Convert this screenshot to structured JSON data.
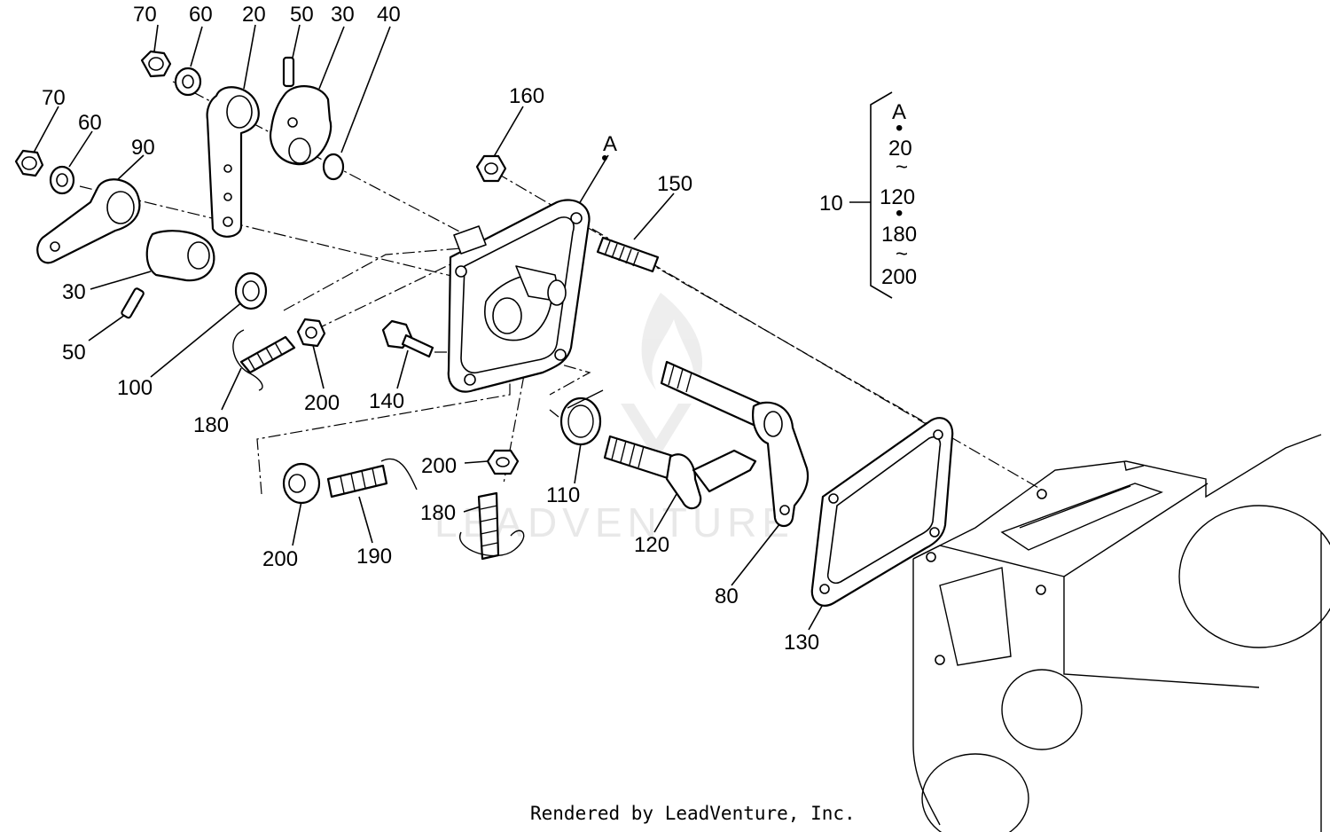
{
  "watermark": "LEADVENTURE",
  "credit": "Rendered by LeadVenture, Inc.",
  "callouts": [
    {
      "id": "c70a",
      "text": "70"
    },
    {
      "id": "c60a",
      "text": "60"
    },
    {
      "id": "c20",
      "text": "20"
    },
    {
      "id": "c50a",
      "text": "50"
    },
    {
      "id": "c30a",
      "text": "30"
    },
    {
      "id": "c40",
      "text": "40"
    },
    {
      "id": "c70b",
      "text": "70"
    },
    {
      "id": "c60b",
      "text": "60"
    },
    {
      "id": "c90",
      "text": "90"
    },
    {
      "id": "c30b",
      "text": "30"
    },
    {
      "id": "c50b",
      "text": "50"
    },
    {
      "id": "c100",
      "text": "100"
    },
    {
      "id": "c180a",
      "text": "180"
    },
    {
      "id": "c200a",
      "text": "200"
    },
    {
      "id": "c140",
      "text": "140"
    },
    {
      "id": "c160",
      "text": "160"
    },
    {
      "id": "cA",
      "text": "A"
    },
    {
      "id": "c150",
      "text": "150"
    },
    {
      "id": "c200b",
      "text": "200"
    },
    {
      "id": "c180b",
      "text": "180"
    },
    {
      "id": "c110",
      "text": "110"
    },
    {
      "id": "c120",
      "text": "120"
    },
    {
      "id": "c80",
      "text": "80"
    },
    {
      "id": "c130",
      "text": "130"
    },
    {
      "id": "c200c",
      "text": "200"
    },
    {
      "id": "c190",
      "text": "190"
    }
  ],
  "assembly_key": {
    "ref": "10",
    "lines": [
      "A",
      "20",
      "120",
      "180",
      "200"
    ],
    "dot": "•",
    "tilde": "~"
  }
}
